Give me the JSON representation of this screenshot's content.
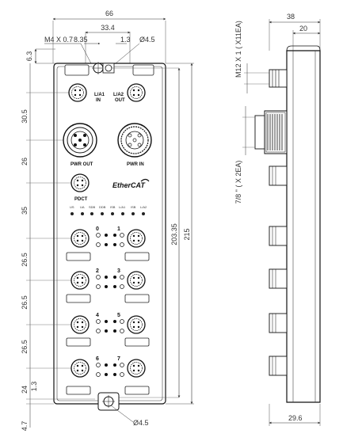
{
  "front_view": {
    "dims": {
      "width_total": "66",
      "thread": "M4 X 0.7",
      "offset_835": "8.35",
      "span_334": "33.4",
      "offset_13": "1.3",
      "hole_top": "Ø4.5",
      "hole_bottom": "Ø4.5",
      "top_63": "6.3",
      "v_305": "30.5",
      "v_26": "26",
      "v_35": "35",
      "v_265_a": "26.5",
      "v_265_b": "26.5",
      "v_265_c": "26.5",
      "v_24": "24",
      "v_13": "1.3",
      "v_47": "4.7",
      "h_20335": "203.35",
      "h_215": "215"
    },
    "labels": {
      "la1_line1": "L/A1",
      "la1_line2": "IN",
      "la2_line1": "L/A2",
      "la2_line2": "OUT",
      "pwr_out": "PWR OUT",
      "pwr_in": "PWR IN",
      "pdct": "PDCT",
      "ethercat": "EtherCAT",
      "led_labels": [
        "US",
        "UA",
        "SDB",
        "DDB",
        "ISB",
        "L/A1",
        "ISB",
        "L/A2"
      ],
      "port_numbers": [
        "0",
        "1",
        "2",
        "3",
        "4",
        "5",
        "6",
        "7"
      ],
      "pin_label_a": "0",
      "pin_label_b": "1"
    }
  },
  "side_view": {
    "dims": {
      "depth_38": "38",
      "depth_20": "20",
      "depth_296": "29.6",
      "thread_m12": "M12 X 1 ( X11EA)",
      "thread_78": "7/8 \" ( X 2EA)"
    }
  }
}
